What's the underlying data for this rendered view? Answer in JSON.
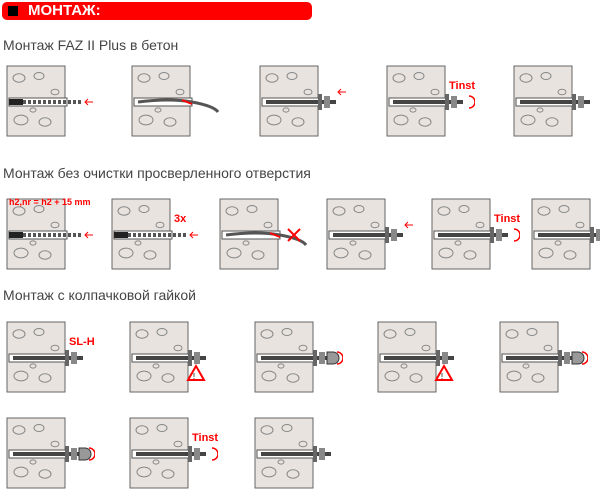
{
  "header": {
    "title": "МОНТАЖ:"
  },
  "sections": [
    {
      "title": "Монтаж FAZ II Plus в бетон",
      "steps": [
        {
          "kind": "drill",
          "label": ""
        },
        {
          "kind": "clean",
          "label": ""
        },
        {
          "kind": "insert",
          "label": ""
        },
        {
          "kind": "torque",
          "label": "Tinst"
        },
        {
          "kind": "done",
          "label": ""
        }
      ]
    },
    {
      "title": "Монтаж без очистки просверленного отверстия",
      "steps": [
        {
          "kind": "drill",
          "label": "h2,nr = h2 + 15 mm"
        },
        {
          "kind": "drill",
          "label": "3x"
        },
        {
          "kind": "noclean",
          "label": ""
        },
        {
          "kind": "insert",
          "label": ""
        },
        {
          "kind": "torque",
          "label": "Tinst"
        },
        {
          "kind": "done",
          "label": ""
        }
      ]
    },
    {
      "title": "Монтаж с колпачковой гайкой",
      "steps": [
        {
          "kind": "insert",
          "label": "SL-H"
        },
        {
          "kind": "warn",
          "label": ""
        },
        {
          "kind": "nut",
          "label": ""
        },
        {
          "kind": "warn",
          "label": ""
        },
        {
          "kind": "nut",
          "label": ""
        },
        {
          "kind": "nut",
          "label": ""
        },
        {
          "kind": "torque",
          "label": "Tinst"
        },
        {
          "kind": "done",
          "label": ""
        }
      ]
    }
  ],
  "colors": {
    "accent": "#ff0000",
    "concrete": "#e8e3df"
  }
}
